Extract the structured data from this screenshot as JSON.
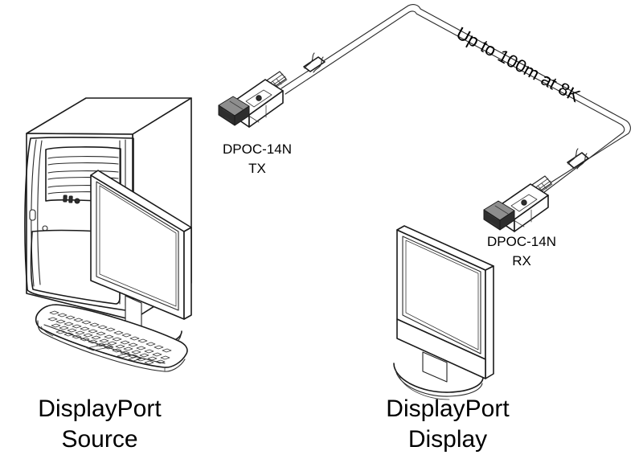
{
  "diagram": {
    "title": "DisplayPort active optical cable extension diagram",
    "background_color": "#ffffff",
    "line_color": "#1a1a1a",
    "text_color": "#000000"
  },
  "source": {
    "label_line1": "DisplayPort",
    "label_line2": "Source",
    "device_name": "desktop-computer-tower",
    "peripherals": [
      "monitor",
      "keyboard"
    ]
  },
  "display": {
    "label_line1": "DisplayPort",
    "label_line2": "Display",
    "device_name": "lcd-monitor"
  },
  "connectors": {
    "tx": {
      "model": "DPOC-14N",
      "role": "TX",
      "type": "displayport-plug"
    },
    "rx": {
      "model": "DPOC-14N",
      "role": "RX",
      "type": "displayport-plug"
    }
  },
  "cable": {
    "annotation": "Up to 100m at 8K",
    "max_length": "100m",
    "max_resolution": "8K",
    "break_marks": 2
  }
}
